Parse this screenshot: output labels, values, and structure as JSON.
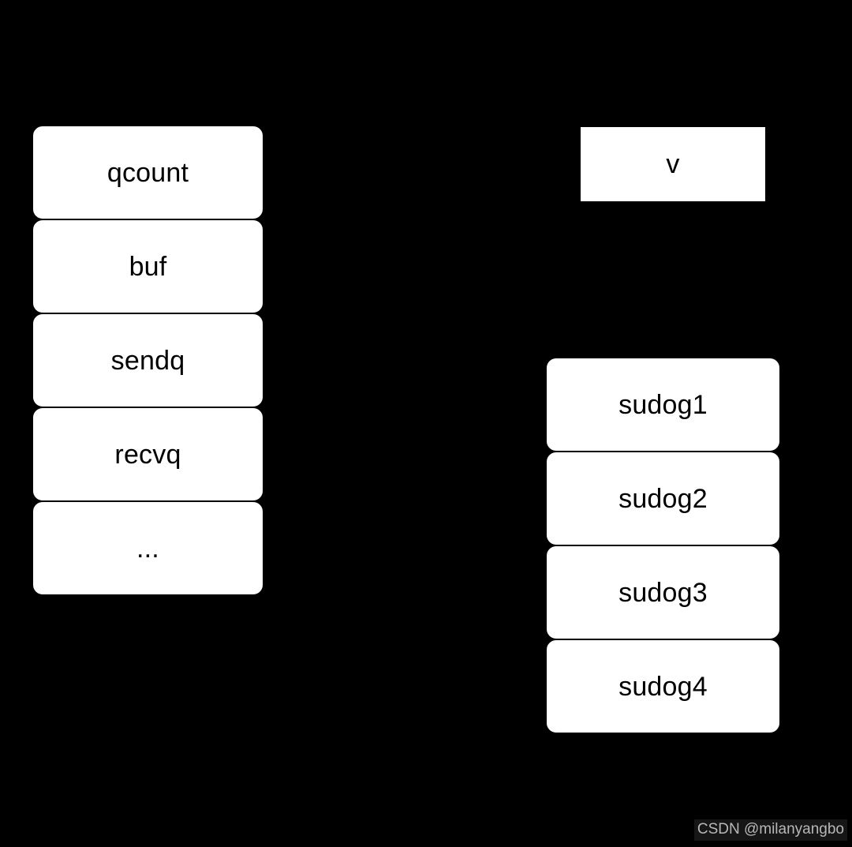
{
  "canvas": {
    "background_color": "#000000",
    "box_fill_color": "#ffffff",
    "box_border_color": "#000000",
    "text_color": "#000000"
  },
  "chan_struct": {
    "fields": [
      {
        "label": "qcount"
      },
      {
        "label": "buf"
      },
      {
        "label": "sendq"
      },
      {
        "label": "recvq"
      },
      {
        "label": "..."
      }
    ]
  },
  "value_box": {
    "label": "v"
  },
  "sudog_queue": {
    "items": [
      {
        "label": "sudog1"
      },
      {
        "label": "sudog2"
      },
      {
        "label": "sudog3"
      },
      {
        "label": "sudog4"
      }
    ]
  },
  "watermark": {
    "text": "CSDN @milanyangbo",
    "color": "#d8d8d8"
  }
}
